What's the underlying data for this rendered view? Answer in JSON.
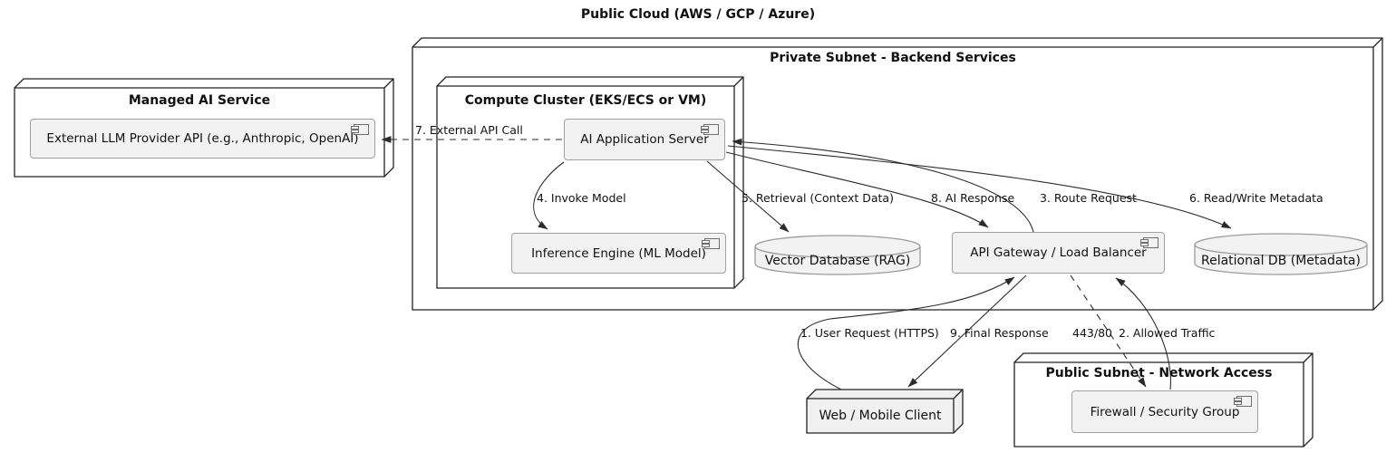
{
  "title": "Public Cloud (AWS / GCP / Azure)",
  "nodes": {
    "managed_ai_service": {
      "title": "Managed AI Service"
    },
    "private_subnet": {
      "title": "Private Subnet - Backend Services"
    },
    "compute_cluster": {
      "title": "Compute Cluster (EKS/ECS or VM)"
    },
    "public_subnet": {
      "title": "Public Subnet - Network Access"
    },
    "web_client": {
      "label": "Web / Mobile Client"
    }
  },
  "components": {
    "external_llm": {
      "label": "External LLM Provider API (e.g., Anthropic, OpenAI)"
    },
    "ai_app_server": {
      "label": "AI Application Server"
    },
    "inference_engine": {
      "label": "Inference Engine (ML Model)"
    },
    "api_gateway": {
      "label": "API Gateway / Load Balancer"
    },
    "firewall": {
      "label": "Firewall / Security Group"
    }
  },
  "databases": {
    "vector_db": {
      "label": "Vector Database (RAG)"
    },
    "relational_db": {
      "label": "Relational DB (Metadata)"
    }
  },
  "edges": {
    "e1": {
      "label": "1. User Request (HTTPS)",
      "from": "Web / Mobile Client",
      "to": "API Gateway / Load Balancer",
      "line": "solid"
    },
    "e2": {
      "label": "2. Allowed Traffic",
      "from": "Firewall / Security Group",
      "to": "API Gateway / Load Balancer",
      "line": "solid"
    },
    "e3": {
      "label": "3. Route Request",
      "from": "API Gateway / Load Balancer",
      "to": "AI Application Server",
      "line": "solid"
    },
    "e4": {
      "label": "4. Invoke Model",
      "from": "AI Application Server",
      "to": "Inference Engine (ML Model)",
      "line": "solid"
    },
    "e5": {
      "label": "5. Retrieval (Context Data)",
      "from": "AI Application Server",
      "to": "Vector Database (RAG)",
      "line": "solid"
    },
    "e6": {
      "label": "6. Read/Write Metadata",
      "from": "AI Application Server",
      "to": "Relational DB (Metadata)",
      "line": "solid"
    },
    "e7": {
      "label": "7. External API Call",
      "from": "AI Application Server",
      "to": "External LLM Provider API (e.g., Anthropic, OpenAI)",
      "line": "dashed"
    },
    "e8": {
      "label": "8. AI Response",
      "from": "AI Application Server",
      "to": "API Gateway / Load Balancer",
      "line": "solid"
    },
    "e9": {
      "label": "9. Final Response",
      "from": "API Gateway / Load Balancer",
      "to": "Web / Mobile Client",
      "line": "solid"
    },
    "e443": {
      "label": "443/80",
      "from": "API Gateway / Load Balancer",
      "to": "Firewall / Security Group",
      "line": "dashed"
    }
  },
  "colors": {
    "background": "#ffffff",
    "node_border": "#222222",
    "node_fill": "#ffffff",
    "leaf_node_fill": "#f0f0f0",
    "component_fill": "#f2f2f2",
    "component_border": "#a0a0a0",
    "edge": "#2b2b2b",
    "text": "#111111"
  }
}
